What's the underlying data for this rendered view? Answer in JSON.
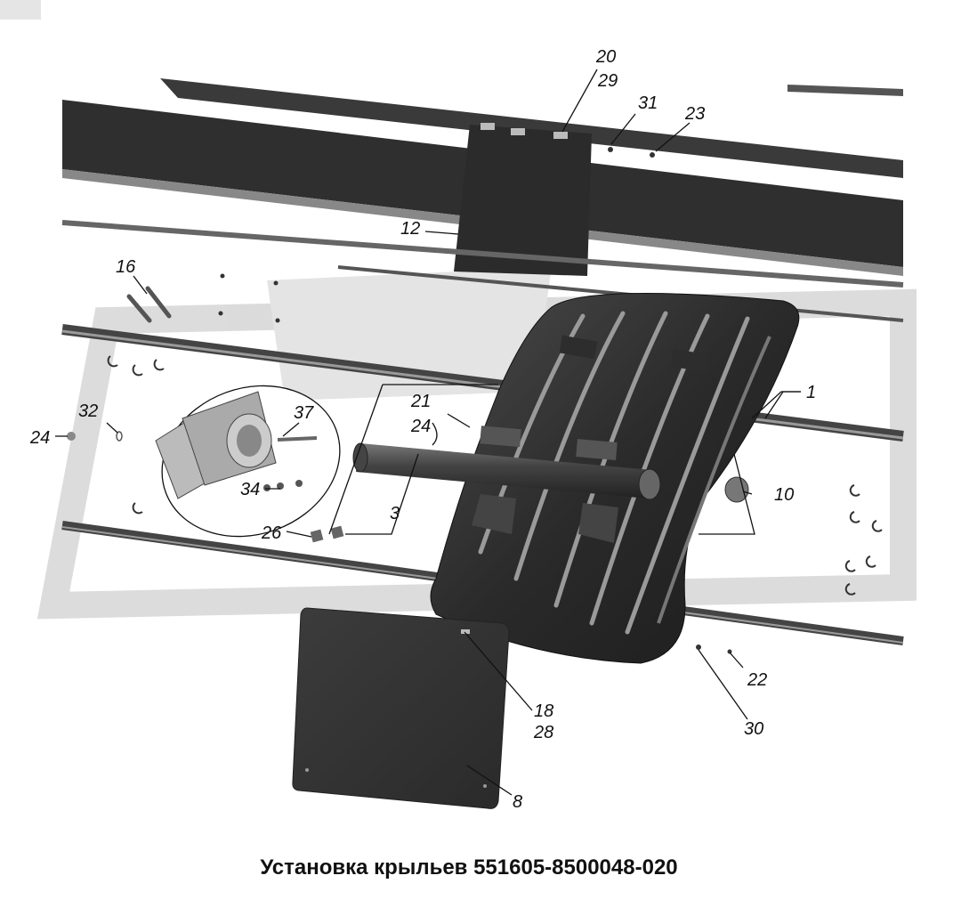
{
  "title": "Установка крыльев 551605-8500048-020",
  "callouts": [
    {
      "id": "c20",
      "text": "20"
    },
    {
      "id": "c29",
      "text": "29"
    },
    {
      "id": "c31",
      "text": "31"
    },
    {
      "id": "c23",
      "text": "23"
    },
    {
      "id": "c12",
      "text": "12"
    },
    {
      "id": "c16",
      "text": "16"
    },
    {
      "id": "c1",
      "text": "1"
    },
    {
      "id": "c21",
      "text": "21"
    },
    {
      "id": "c24a",
      "text": "24"
    },
    {
      "id": "c37",
      "text": "37"
    },
    {
      "id": "c32",
      "text": "32"
    },
    {
      "id": "c24b",
      "text": "24"
    },
    {
      "id": "c34",
      "text": "34"
    },
    {
      "id": "c10",
      "text": "10"
    },
    {
      "id": "c3",
      "text": "3"
    },
    {
      "id": "c26",
      "text": "26"
    },
    {
      "id": "c22",
      "text": "22"
    },
    {
      "id": "c30",
      "text": "30"
    },
    {
      "id": "c18",
      "text": "18"
    },
    {
      "id": "c28",
      "text": "28"
    },
    {
      "id": "c8",
      "text": "8"
    }
  ]
}
